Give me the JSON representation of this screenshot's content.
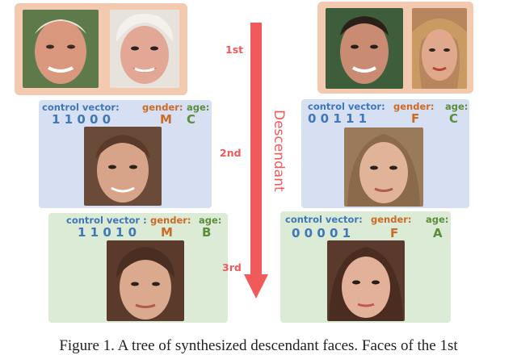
{
  "generations": [
    "1st",
    "2nd",
    "3rd"
  ],
  "arrow_label": "Descendant",
  "labels": {
    "control_vector_a": "control vector:",
    "control_vector_b": "control vector :",
    "gender": "gender:",
    "age": "age:"
  },
  "descendants": {
    "gen2_left": {
      "vector": "1 1 0 0 0",
      "gender": "M",
      "age": "C"
    },
    "gen2_right": {
      "vector": "0 0 1 1 1",
      "gender": "F",
      "age": "C"
    },
    "gen3_left": {
      "vector": "1 1 0 1 0",
      "gender": "M",
      "age": "B"
    },
    "gen3_right": {
      "vector": "0 0 0 0 1",
      "gender": "F",
      "age": "A"
    }
  },
  "caption": "Figure 1. A tree of synthesized descendant faces. Faces of the 1st",
  "colors": {
    "parents_bg": "#f3c9b0",
    "gen2_bg": "#d6e0f2",
    "gen3_bg": "#dcebd6",
    "arrow": "#f05a5a",
    "control_text": "#3f77b8",
    "gender_text": "#cc6a26",
    "age_text": "#5a8e3a"
  }
}
